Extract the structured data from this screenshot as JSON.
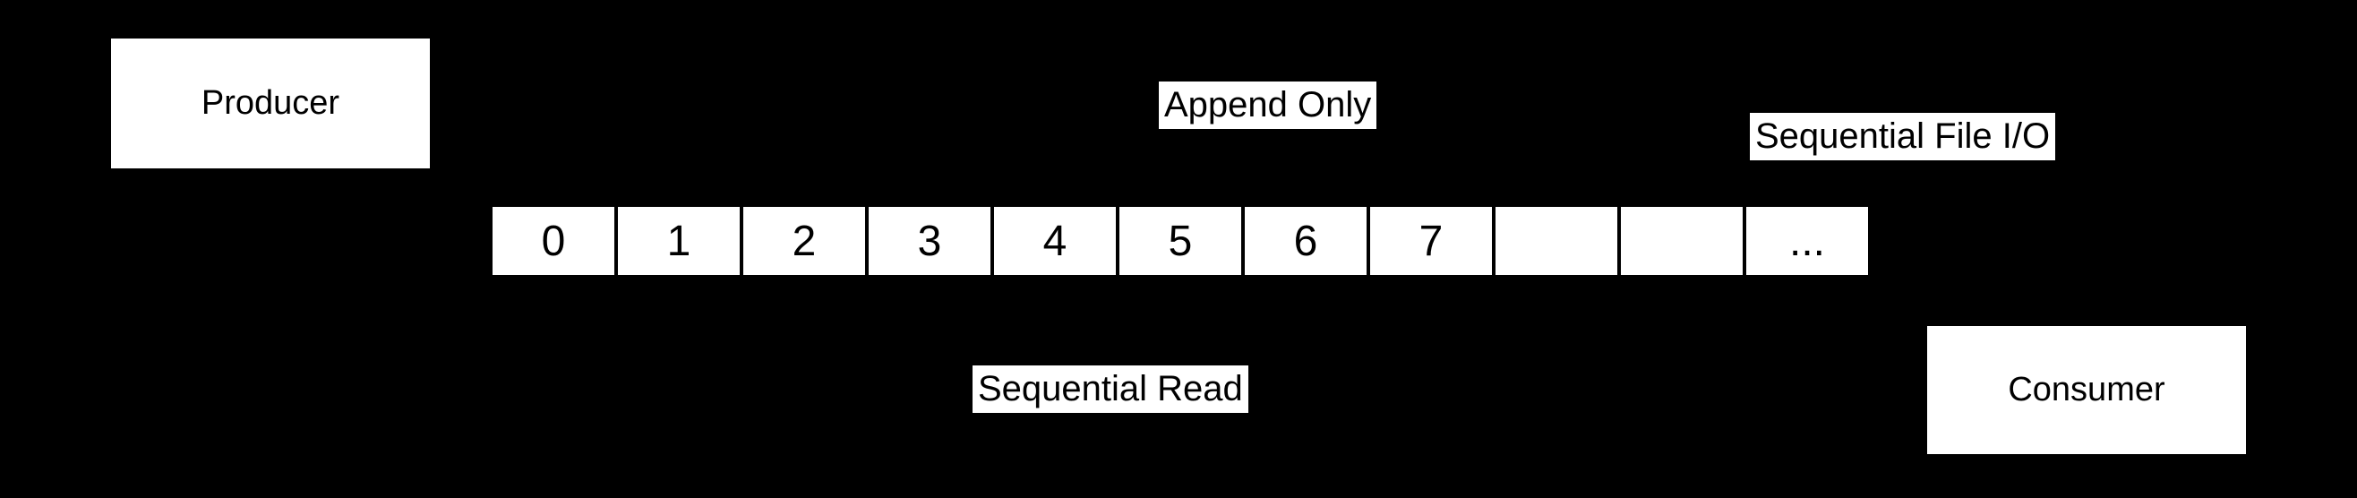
{
  "colors": {
    "background": "#000000",
    "box_background": "#ffffff",
    "text": "#000000"
  },
  "producer": {
    "label": "Producer"
  },
  "consumer": {
    "label": "Consumer"
  },
  "edge_labels": {
    "append_only": "Append Only",
    "sequential_file_io": "Sequential File I/O",
    "sequential_read": "Sequential Read"
  },
  "log": {
    "cells": [
      "0",
      "1",
      "2",
      "3",
      "4",
      "5",
      "6",
      "7",
      "",
      "",
      "..."
    ]
  }
}
